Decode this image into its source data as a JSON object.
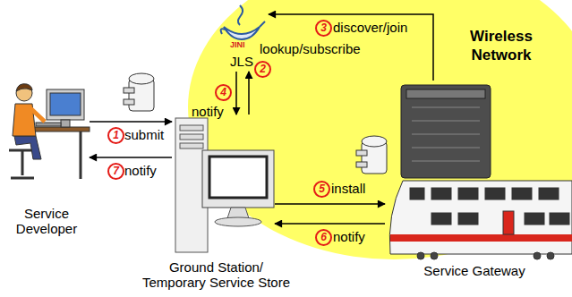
{
  "diagram": {
    "nodes": [
      {
        "text": [
          "Wireless Network"
        ]
      },
      {
        "text": [
          "JLS"
        ],
        "in": 0
      },
      {
        "text": [
          "Service Developer"
        ]
      },
      {
        "text": [
          "Ground Station/ Temporary Service Store"
        ]
      },
      {
        "text": [
          "Service Gateway"
        ],
        "in": 0
      }
    ],
    "edges": [
      {
        "from": 2,
        "to": 3,
        "arrow": "to",
        "label": "submit"
      },
      {
        "from": 3,
        "to": 1,
        "arrow": "to",
        "label": "lookup/subscribe"
      },
      {
        "from": 4,
        "to": 1,
        "arrow": "to",
        "label": "discover/join"
      },
      {
        "from": 1,
        "to": 3,
        "arrow": "to",
        "label": "notify"
      },
      {
        "from": 3,
        "to": 4,
        "arrow": "to",
        "label": "install"
      },
      {
        "from": 4,
        "to": 3,
        "arrow": "to",
        "label": "notify"
      },
      {
        "from": 3,
        "to": 2,
        "arrow": "to",
        "label": "notify"
      }
    ],
    "labels": [
      "1",
      "2",
      "3",
      "4",
      "5",
      "6",
      "7",
      "JINI"
    ]
  }
}
